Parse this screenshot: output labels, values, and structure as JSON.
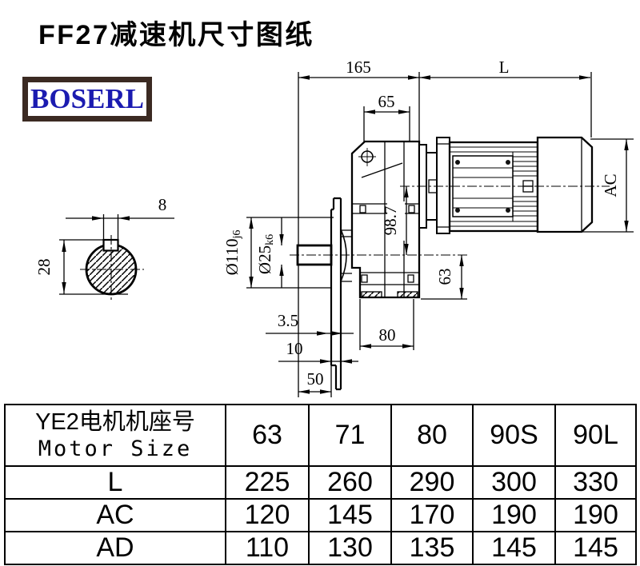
{
  "title": "FF27减速机尺寸图纸",
  "logo": {
    "text": "BOSERL"
  },
  "drawing": {
    "dims": {
      "d165": "165",
      "dL": "L",
      "d65": "65",
      "dAC": "AC",
      "d63": "63",
      "d987": "98.7",
      "d110_main": "Ø110",
      "d110_tol": "j6",
      "d25_main": "Ø25",
      "d25_tol": "k6",
      "d35": "3.5",
      "d10": "10",
      "d50": "50",
      "d80": "80",
      "d8": "8",
      "d28": "28"
    }
  },
  "table": {
    "header": {
      "line1": "YE2电机机座号",
      "line2": "Motor Size"
    },
    "sizes": [
      "63",
      "71",
      "80",
      "90S",
      "90L"
    ],
    "rows": [
      {
        "label": "L",
        "values": [
          "225",
          "260",
          "290",
          "300",
          "330"
        ]
      },
      {
        "label": "AC",
        "values": [
          "120",
          "145",
          "170",
          "190",
          "190"
        ]
      },
      {
        "label": "AD",
        "values": [
          "110",
          "130",
          "135",
          "145",
          "145"
        ]
      }
    ]
  }
}
